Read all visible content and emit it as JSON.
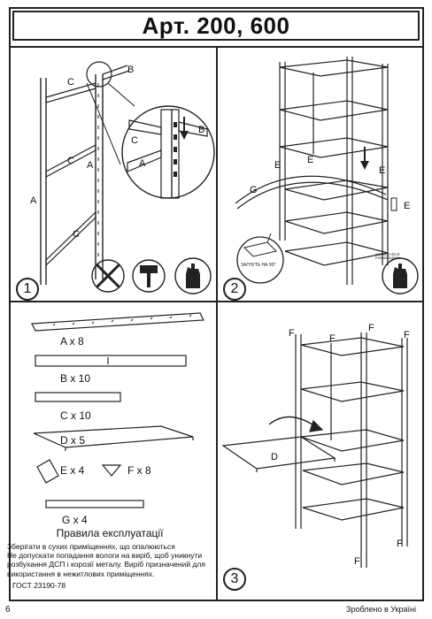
{
  "title": "Арт. 200, 600",
  "panel1": {
    "step": "1",
    "labels": {
      "A1": "A",
      "A2": "A",
      "A3": "A",
      "B1": "B",
      "B2": "B",
      "C1": "C",
      "C2": "C",
      "C3": "C",
      "C4": "C"
    }
  },
  "panel2": {
    "step": "2",
    "labels": {
      "E1": "E",
      "E2": "E",
      "E3": "E",
      "E4": "E",
      "G": "G"
    },
    "bend_note": "ЗАГНУТЬ НА 90°",
    "glove_text": "КОРИСТУЙСЯ РУКАВИЦЯМИ"
  },
  "panel3": {
    "parts": [
      {
        "label": "A x 8"
      },
      {
        "label": "B x 10"
      },
      {
        "label": "C x 10"
      },
      {
        "label": "D x 5"
      },
      {
        "label": "E x 4"
      },
      {
        "label": "F x 8"
      },
      {
        "label": "G x 4"
      }
    ],
    "rules_title": "Правила експлуатації",
    "rules_text": "Зберігати в сухих  приміщеннях, що опалюються\nНе допускати попадання вологи на виріб, щоб уникнути розбухання ДСП і корозії металу. Виріб призначений для використання в нежитлових приміщеннях.",
    "gost": "ГОСТ 23190-78"
  },
  "panel4": {
    "step": "3",
    "labels": {
      "D": "D",
      "F1": "F",
      "F2": "F",
      "F3": "F",
      "F4": "F",
      "F5": "F",
      "F6": "F"
    }
  },
  "footer": {
    "page_number": "6",
    "made_in": "Зроблено в Україні"
  }
}
